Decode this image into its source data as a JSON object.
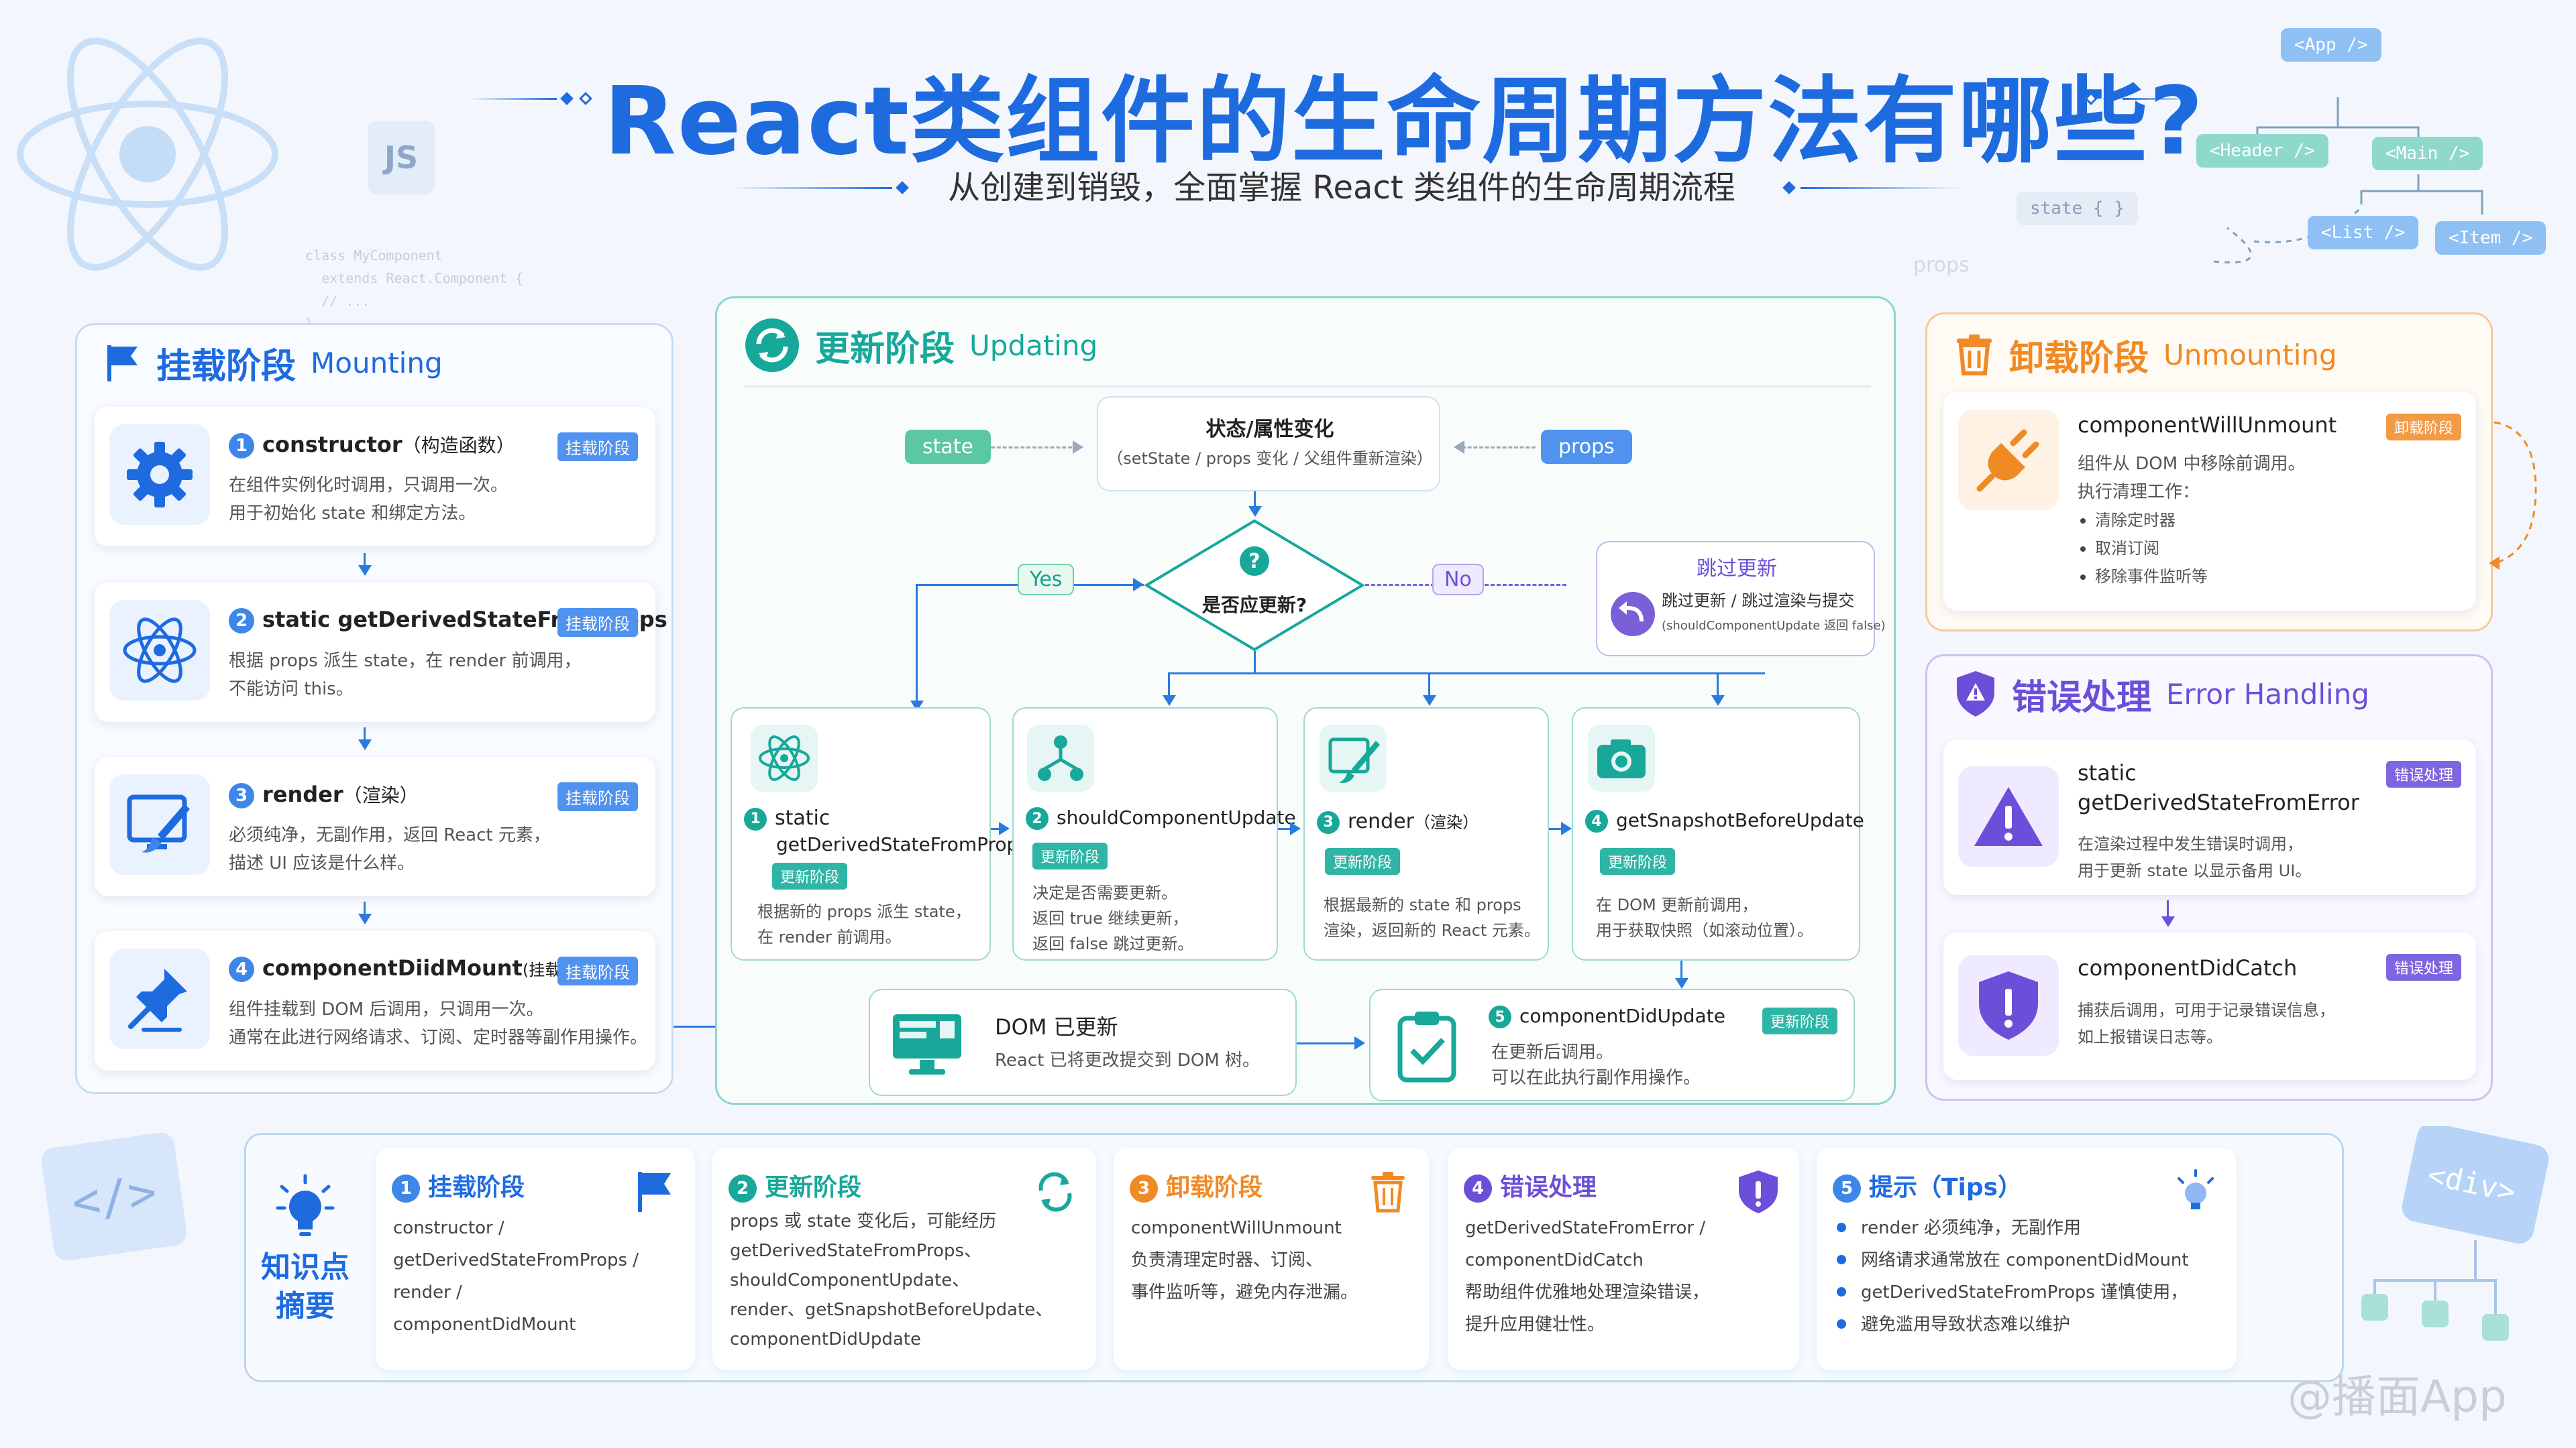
{
  "title": "React类组件的生命周期方法有哪些?",
  "subtitle": "从创建到销毁，全面掌握 React 类组件的生命周期流程",
  "decor": {
    "js_badge": "JS",
    "code_lines": [
      "class MyComponent",
      "  extends React.Component {",
      "  // ...",
      "}"
    ],
    "tree": {
      "app": "<App />",
      "header": "<Header />",
      "main": "<Main />",
      "list": "<List />",
      "item": "<Item />",
      "state": "state { }",
      "props": "props"
    },
    "div_badge": "<div>",
    "watermark": "@播面App"
  },
  "mounting": {
    "zh": "挂载阶段",
    "en": "Mounting",
    "badge": "挂载阶段",
    "items": [
      {
        "num": "1",
        "name": "constructor",
        "suffix": "（构造函数）",
        "lines": [
          "在组件实例化时调用，只调用一次。",
          "用于初始化 state 和绑定方法。"
        ],
        "icon": "gear-icon"
      },
      {
        "num": "2",
        "name": "static getDerivedStateFromProps",
        "suffix": "",
        "lines": [
          "根据 props 派生 state，在 render 前调用，",
          "不能访问 this。"
        ],
        "icon": "react-atom-icon"
      },
      {
        "num": "3",
        "name": "render",
        "suffix": "（渲染）",
        "lines": [
          "必须纯净，无副作用，返回 React 元素，",
          "描述 UI 应该是什么样。"
        ],
        "icon": "paint-brush-icon"
      },
      {
        "num": "4",
        "name": "componentDiidMount",
        "suffix": "(挂载完成)",
        "lines": [
          "组件挂载到 DOM 后调用，只调用一次。",
          "通常在此进行网络请求、订阅、定时器等副作用操作。"
        ],
        "icon": "pin-icon"
      }
    ]
  },
  "updating": {
    "zh": "更新阶段",
    "en": "Updating",
    "state_label": "state",
    "props_label": "props",
    "change_title": "状态/属性变化",
    "change_desc": "（setState / props 变化 / 父组件重新渲染）",
    "decision": "是否应更新?",
    "yes": "Yes",
    "no": "No",
    "skip_title": "跳过更新",
    "skip_desc": "跳过更新 / 跳过渲染与提交",
    "skip_note": "(shouldComponentUpdate 返回 false)",
    "badge": "更新阶段",
    "steps": [
      {
        "num": "1",
        "name1": "static",
        "name2": "getDerivedStateFromProps",
        "lines": [
          "根据新的 props 派生 state，",
          "在 render 前调用。"
        ]
      },
      {
        "num": "2",
        "name1": "shouldComponentUpdate",
        "name2": "",
        "lines": [
          "决定是否需要更新。",
          "返回 true 继续更新，",
          "返回 false 跳过更新。"
        ]
      },
      {
        "num": "3",
        "name1": "render",
        "name2": "（渲染）",
        "lines": [
          "根据最新的 state 和 props",
          "渲染，返回新的 React 元素。"
        ]
      },
      {
        "num": "4",
        "name1": "getSnapshotBeforeUpdate",
        "name2": "",
        "lines": [
          "在 DOM 更新前调用，",
          "用于获取快照（如滚动位置）。"
        ]
      }
    ],
    "dom_title": "DOM 已更新",
    "dom_desc": "React 已将更改提交到 DOM 树。",
    "did_update": {
      "num": "5",
      "name": "componentDidUpdate",
      "lines": [
        "在更新后调用。",
        "可以在此执行副作用操作。"
      ]
    }
  },
  "unmounting": {
    "zh": "卸载阶段",
    "en": "Unmounting",
    "badge": "卸载阶段",
    "name": "componentWillUnmount",
    "lines": [
      "组件从 DOM 中移除前调用。",
      "执行清理工作："
    ],
    "bullets": [
      "清除定时器",
      "取消订阅",
      "移除事件监听等"
    ]
  },
  "error": {
    "zh": "错误处理",
    "en": "Error Handling",
    "badge": "错误处理",
    "items": [
      {
        "name1": "static",
        "name2": "getDerivedStateFromError",
        "lines": [
          "在渲染过程中发生错误时调用，",
          "用于更新 state 以显示备用 UI。"
        ]
      },
      {
        "name1": "componentDidCatch",
        "name2": "",
        "lines": [
          "捕获后调用，可用于记录错误信息，",
          "如上报错误日志等。"
        ]
      }
    ]
  },
  "summary": {
    "label_line1": "知识点",
    "label_line2": "摘要",
    "cards": [
      {
        "num": "1",
        "title": "挂载阶段",
        "lines": [
          "constructor /",
          "getDerivedStateFromProps /",
          "render /",
          "componentDidMount"
        ]
      },
      {
        "num": "2",
        "title": "更新阶段",
        "lines": [
          "props 或 state 变化后，可能经历",
          "getDerivedStateFromProps、",
          "shouldComponentUpdate、",
          "render、getSnapshotBeforeUpdate、",
          "componentDidUpdate"
        ]
      },
      {
        "num": "3",
        "title": "卸载阶段",
        "lines": [
          "componentWillUnmount",
          "负责清理定时器、订阅、",
          "事件监听等，避免内存泄漏。"
        ]
      },
      {
        "num": "4",
        "title": "错误处理",
        "lines": [
          "getDerivedStateFromError /",
          "componentDidCatch",
          "帮助组件优雅地处理渲染错误，",
          "提升应用健壮性。"
        ]
      },
      {
        "num": "5",
        "title": "提示（Tips）",
        "lines": [
          "render 必须纯净，无副作用",
          "网络请求通常放在 componentDidMount",
          "getDerivedStateFromProps 谨慎使用，",
          "避免滥用导致状态难以维护"
        ]
      }
    ]
  },
  "colors": {
    "blue": "#1e6be0",
    "teal": "#17a89a",
    "orange": "#f08a24",
    "purple": "#6b4fd8"
  }
}
